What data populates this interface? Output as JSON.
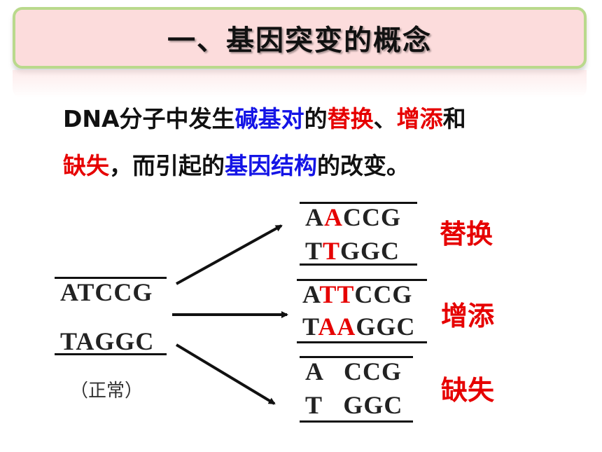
{
  "title": "一、基因突变的概念",
  "definition": {
    "p1": "DNA分子中发生",
    "p2": "碱基对",
    "p3": "的",
    "p4": "替换",
    "p5": "、",
    "p6": "增添",
    "p7": "和",
    "p8": "缺失",
    "p9": "，而引起的",
    "p10": "基因结构",
    "p11": "的改变。"
  },
  "normal": {
    "top": "ATCCG",
    "bottom": "TAGGC",
    "caption": "（正常）"
  },
  "substitution": {
    "top_a": "A",
    "top_b": "A",
    "top_c": "CCG",
    "bottom_a": "T",
    "bottom_b": "T",
    "bottom_c": "GGC",
    "label": "替换"
  },
  "insertion": {
    "top_a": "A",
    "top_b": "TT",
    "top_c": "CCG",
    "bottom_a": "T",
    "bottom_b": "AA",
    "bottom_c": "GGC",
    "label": "增添"
  },
  "deletion": {
    "top": "A   CCG",
    "bottom": "T   GGC",
    "label": "缺失"
  },
  "colors": {
    "highlight_red": "#e60000",
    "highlight_blue": "#1414e6",
    "title_bg": "#fcdcdc",
    "title_border": "#b9d98c"
  }
}
